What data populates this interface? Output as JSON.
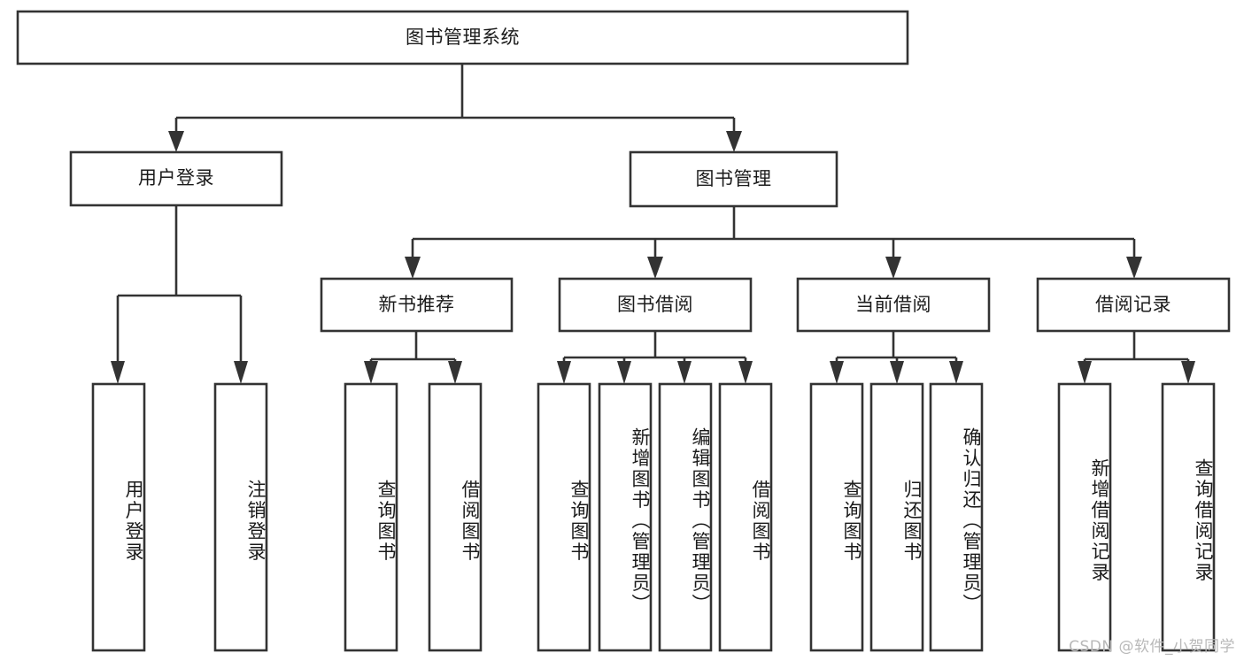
{
  "diagram": {
    "type": "tree-hierarchy-chart",
    "title": "图书管理系统",
    "watermark": "CSDN @软件_小贺同学",
    "colors": {
      "stroke": "#333333",
      "fill": "#ffffff",
      "text": "#1b1b1b",
      "watermark": "#b9b9b9",
      "background": "#ffffff"
    },
    "nodes": {
      "root": {
        "label": "图书管理系统",
        "level": 0,
        "orientation": "horizontal"
      },
      "level1": [
        {
          "id": "user-login",
          "label": "用户登录",
          "orientation": "horizontal"
        },
        {
          "id": "book-management",
          "label": "图书管理",
          "orientation": "horizontal"
        }
      ],
      "level2": [
        {
          "id": "new-book-recommend",
          "label": "新书推荐",
          "orientation": "horizontal",
          "parent": "book-management"
        },
        {
          "id": "book-borrow",
          "label": "图书借阅",
          "orientation": "horizontal",
          "parent": "book-management"
        },
        {
          "id": "current-borrow",
          "label": "当前借阅",
          "orientation": "horizontal",
          "parent": "book-management"
        },
        {
          "id": "borrow-record",
          "label": "借阅记录",
          "orientation": "horizontal",
          "parent": "book-management"
        }
      ],
      "leaves": [
        {
          "id": "leaf-user-login",
          "label": "用户登录",
          "orientation": "vertical",
          "parent": "user-login"
        },
        {
          "id": "leaf-user-logout",
          "label": "注销登录",
          "orientation": "vertical",
          "parent": "user-login"
        },
        {
          "id": "leaf-query-book-1",
          "label": "查询图书",
          "orientation": "vertical",
          "parent": "new-book-recommend"
        },
        {
          "id": "leaf-borrow-book-1",
          "label": "借阅图书",
          "orientation": "vertical",
          "parent": "new-book-recommend"
        },
        {
          "id": "leaf-query-book-2",
          "label": "查询图书",
          "orientation": "vertical",
          "parent": "book-borrow"
        },
        {
          "id": "leaf-add-book",
          "label": "新增图书（管理员）",
          "orientation": "vertical",
          "parent": "book-borrow"
        },
        {
          "id": "leaf-edit-book",
          "label": "编辑图书（管理员）",
          "orientation": "vertical",
          "parent": "book-borrow"
        },
        {
          "id": "leaf-borrow-book-2",
          "label": "借阅图书",
          "orientation": "vertical",
          "parent": "book-borrow"
        },
        {
          "id": "leaf-query-book-3",
          "label": "查询图书",
          "orientation": "vertical",
          "parent": "current-borrow"
        },
        {
          "id": "leaf-return-book",
          "label": "归还图书",
          "orientation": "vertical",
          "parent": "current-borrow"
        },
        {
          "id": "leaf-confirm-return",
          "label": "确认归还（管理员）",
          "orientation": "vertical",
          "parent": "current-borrow"
        },
        {
          "id": "leaf-add-record",
          "label": "新增借阅记录",
          "orientation": "vertical",
          "parent": "borrow-record"
        },
        {
          "id": "leaf-query-record",
          "label": "查询借阅记录",
          "orientation": "vertical",
          "parent": "borrow-record"
        }
      ]
    }
  }
}
